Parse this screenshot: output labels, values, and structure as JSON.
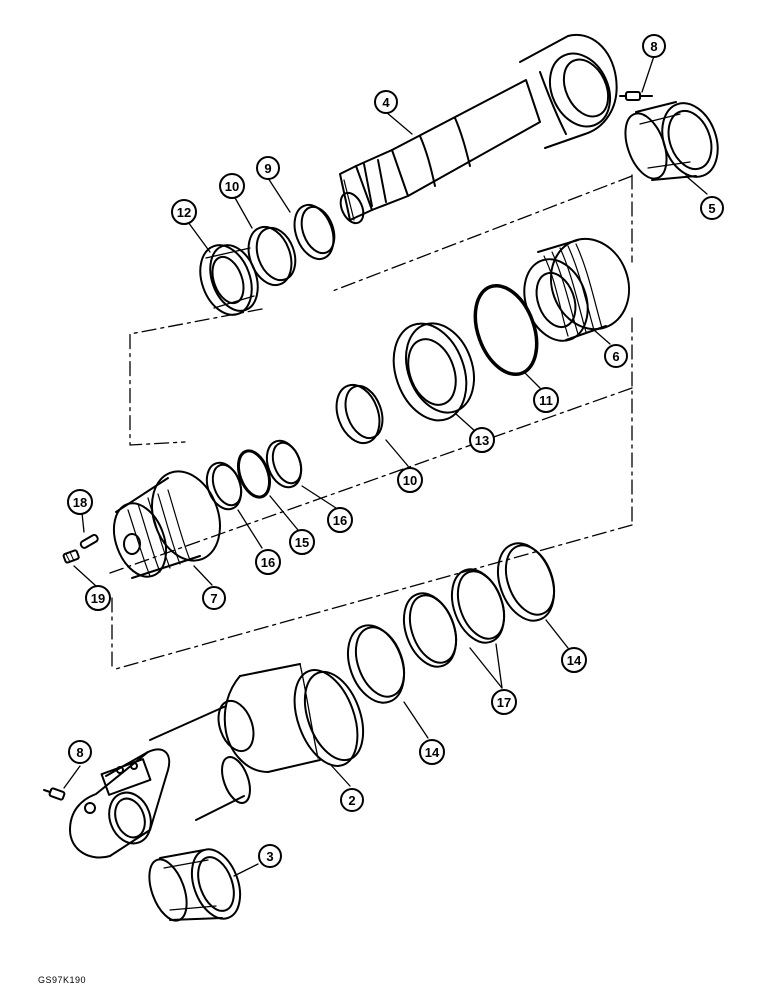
{
  "callouts": {
    "c8_top": "8",
    "c4": "4",
    "c5": "5",
    "c9": "9",
    "c10_top": "10",
    "c12": "12",
    "c6": "6",
    "c11": "11",
    "c13": "13",
    "c10_mid": "10",
    "c16_right": "16",
    "c15": "15",
    "c16_left": "16",
    "c18": "18",
    "c19": "19",
    "c7": "7",
    "c14_right": "14",
    "c17": "17",
    "c14_left": "14",
    "c8_bottom": "8",
    "c2": "2",
    "c3": "3"
  },
  "reference_code": "GS97K190"
}
